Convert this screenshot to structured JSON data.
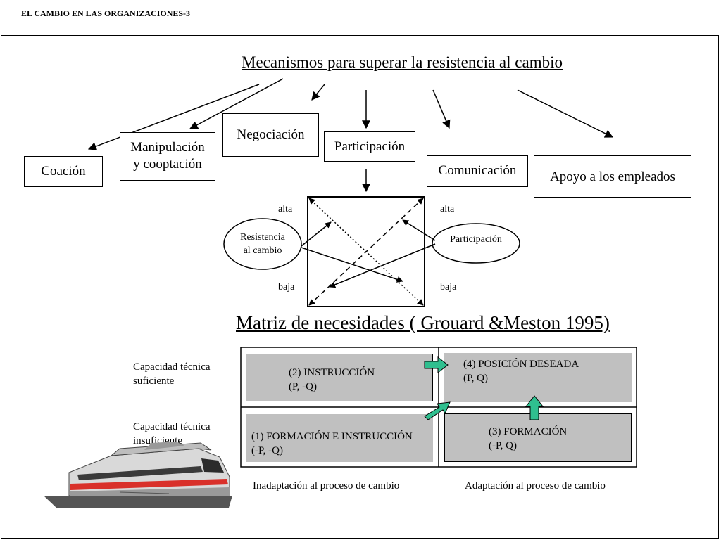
{
  "header": {
    "title": "EL CAMBIO EN LAS ORGANIZACIONES-3"
  },
  "mechanisms": {
    "title": "Mecanismos para superar la resistencia al cambio",
    "coacion": "Coación",
    "manipulacion": "Manipulación\n y cooptación",
    "negociacion": "Negociación",
    "participacion": "Participación",
    "comunicacion": "Comunicación",
    "apoyo": "Apoyo a los empleados"
  },
  "cross_diagram": {
    "left_oval": "Resistencia\nal cambio",
    "right_oval": "Participación",
    "alta_left": "alta",
    "alta_right": "alta",
    "baja_left": "baja",
    "baja_right": "baja"
  },
  "matrix": {
    "title": "Matriz de necesidades ( Grouard &Meston 1995)",
    "row_top_label": "Capacidad técnica\n    suficiente",
    "row_bottom_label": "Capacidad técnica\n   insuficiente",
    "cell_2": "(2) INSTRUCCIÓN\n       (P, -Q)",
    "cell_4": "(4)   POSICIÓN DESEADA\n            (P, Q)",
    "cell_1": "(1) FORMACIÓN E INSTRUCCIÓN\n         (-P, -Q)",
    "cell_3": "(3) FORMACIÓN\n        (-P, Q)",
    "col_left_label": "Inadaptación al proceso de cambio",
    "col_right_label": "Adaptación al proceso de cambio",
    "arrow_color": "#2fbf8f",
    "cell_color": "#c0c0c0"
  }
}
